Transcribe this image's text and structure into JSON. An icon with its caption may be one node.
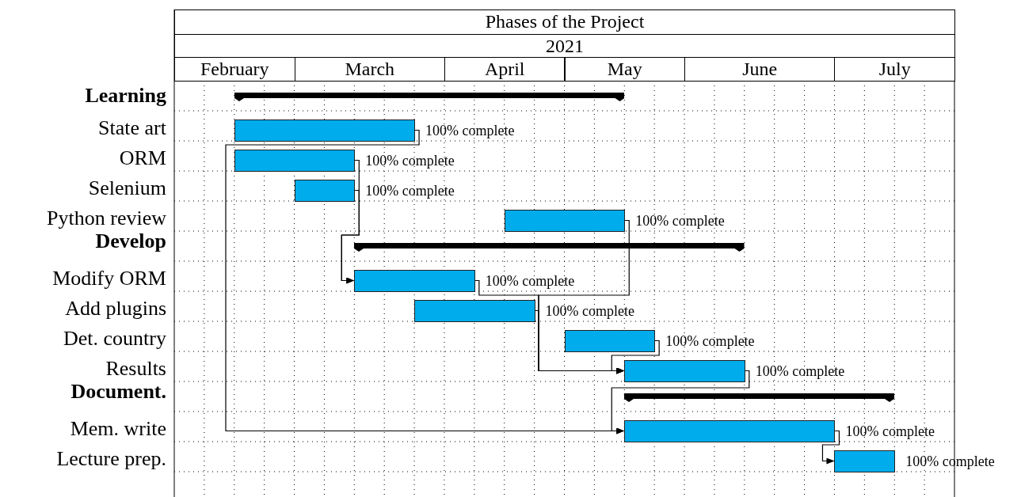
{
  "diagram": {
    "title": "Phases of the Project",
    "nodes": [
      {
        "text": [],
        "shape": "bar",
        "beside": [
          "100% complete"
        ]
      },
      {
        "text": [],
        "shape": "bar",
        "beside": [
          "100% complete"
        ]
      },
      {
        "text": [],
        "shape": "bar",
        "beside": [
          "100% complete"
        ]
      },
      {
        "text": [],
        "shape": "bar",
        "beside": [
          "100% complete"
        ]
      },
      {
        "text": [],
        "shape": "bar",
        "beside": [
          "100% complete"
        ]
      },
      {
        "text": [],
        "shape": "bar",
        "beside": [
          "100% complete"
        ]
      },
      {
        "text": [],
        "shape": "bar",
        "beside": [
          "100% complete"
        ]
      },
      {
        "text": [],
        "shape": "bar",
        "beside": [
          "100% complete"
        ]
      },
      {
        "text": [],
        "shape": "bar",
        "beside": [
          "100% complete"
        ]
      },
      {
        "text": [],
        "shape": "bar",
        "beside": [
          "100% complete"
        ]
      }
    ],
    "edges": [
      {
        "from": 0,
        "to": 8,
        "arrow": "to"
      },
      {
        "from": 1,
        "to": 4,
        "arrow": "to"
      },
      {
        "from": 2,
        "to": 4,
        "arrow": "to"
      },
      {
        "from": 3,
        "to": 7,
        "arrow": "to"
      },
      {
        "from": 4,
        "to": 7,
        "arrow": "to"
      },
      {
        "from": 5,
        "to": 7,
        "arrow": "to"
      },
      {
        "from": 6,
        "to": 7,
        "arrow": "to"
      },
      {
        "from": 7,
        "to": 8,
        "arrow": "to"
      },
      {
        "from": 8,
        "to": 9,
        "arrow": "to"
      }
    ],
    "labels": [
      "2021",
      "February",
      "March",
      "April",
      "May",
      "June",
      "July",
      "Learning",
      "State art",
      "ORM",
      "Selenium",
      "Python review",
      "Develop",
      "Modify ORM",
      "Add plugins",
      "Det. country",
      "Results",
      "Document.",
      "Mem. write",
      "Lecture prep."
    ]
  }
}
